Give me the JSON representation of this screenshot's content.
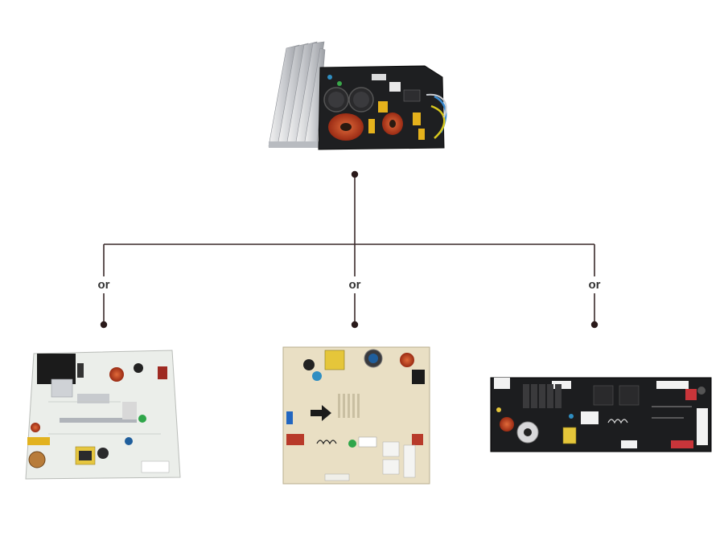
{
  "diagram": {
    "connector_label": "or",
    "line_color": "#3a2a2a",
    "top_node": {
      "icon": "inverter-pcb-with-heatsink-icon"
    },
    "options": [
      {
        "icon": "white-control-pcb-icon",
        "label": "or"
      },
      {
        "icon": "beige-control-pcb-icon",
        "label": "or"
      },
      {
        "icon": "black-control-pcb-icon",
        "label": "or"
      }
    ]
  }
}
